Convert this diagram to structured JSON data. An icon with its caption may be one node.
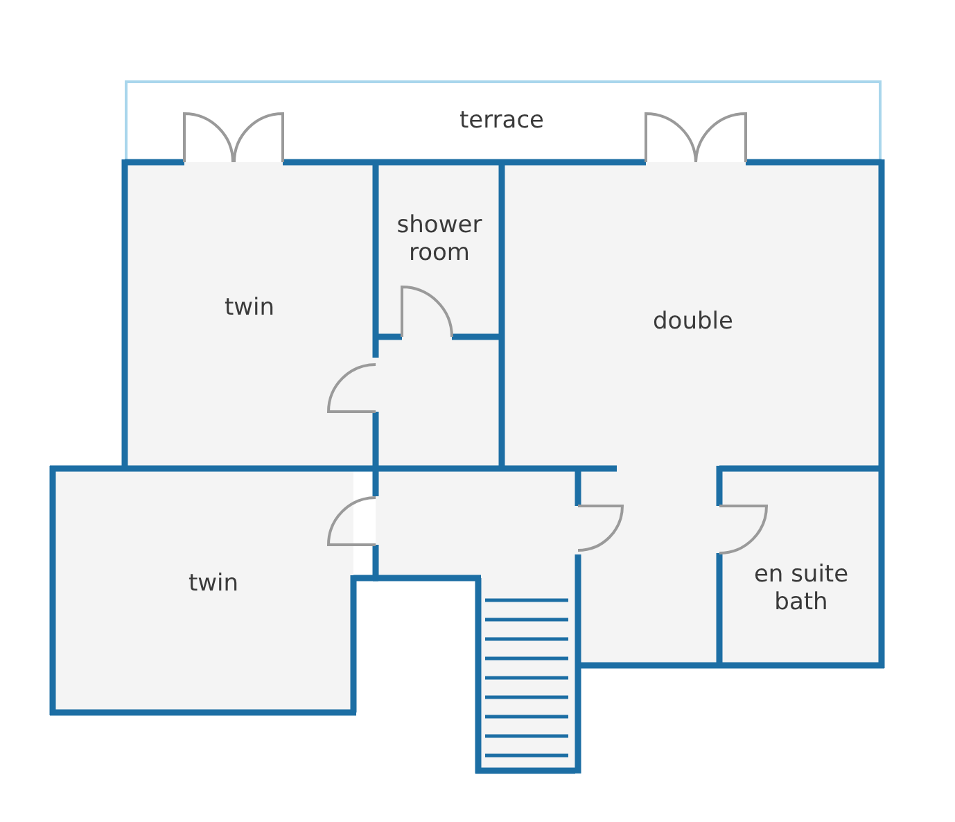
{
  "diagram": {
    "nodes": [
      {
        "text": [
          "terrace"
        ]
      },
      {
        "text": [
          "twin"
        ]
      },
      {
        "text": [
          "shower room"
        ]
      },
      {
        "text": [
          "double"
        ]
      },
      {
        "text": [
          "twin"
        ]
      },
      {
        "text": [
          "en suite bath"
        ]
      }
    ]
  }
}
